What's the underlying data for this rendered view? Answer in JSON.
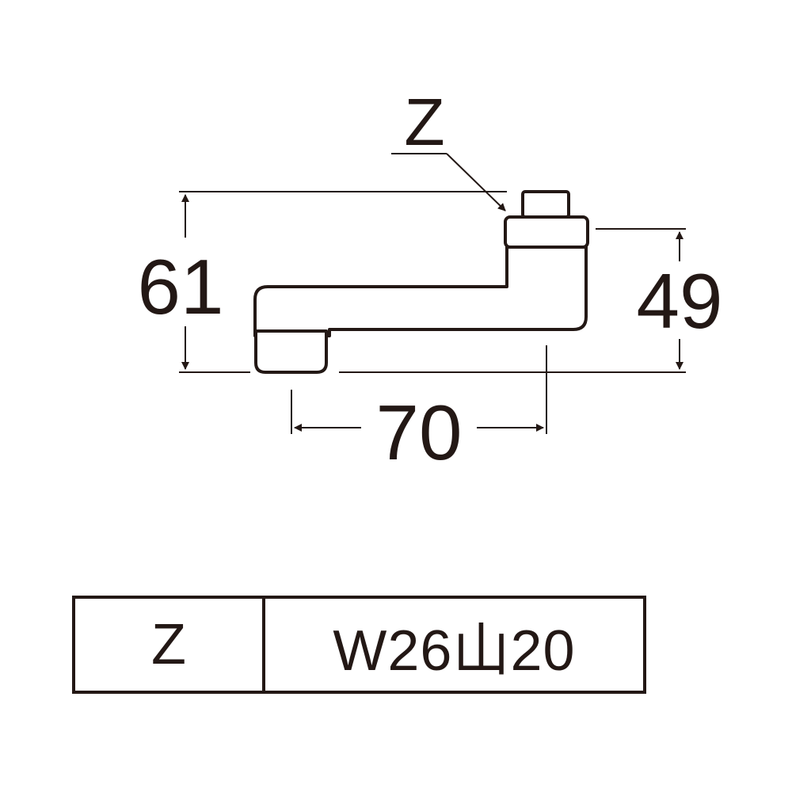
{
  "callout": {
    "label": "Z"
  },
  "dimensions": {
    "height_total": "61",
    "height_outlet": "49",
    "length": "70"
  },
  "spec_table": {
    "key": "Z",
    "value": "W26山20"
  },
  "colors": {
    "ink": "#231815",
    "background": "#ffffff"
  }
}
